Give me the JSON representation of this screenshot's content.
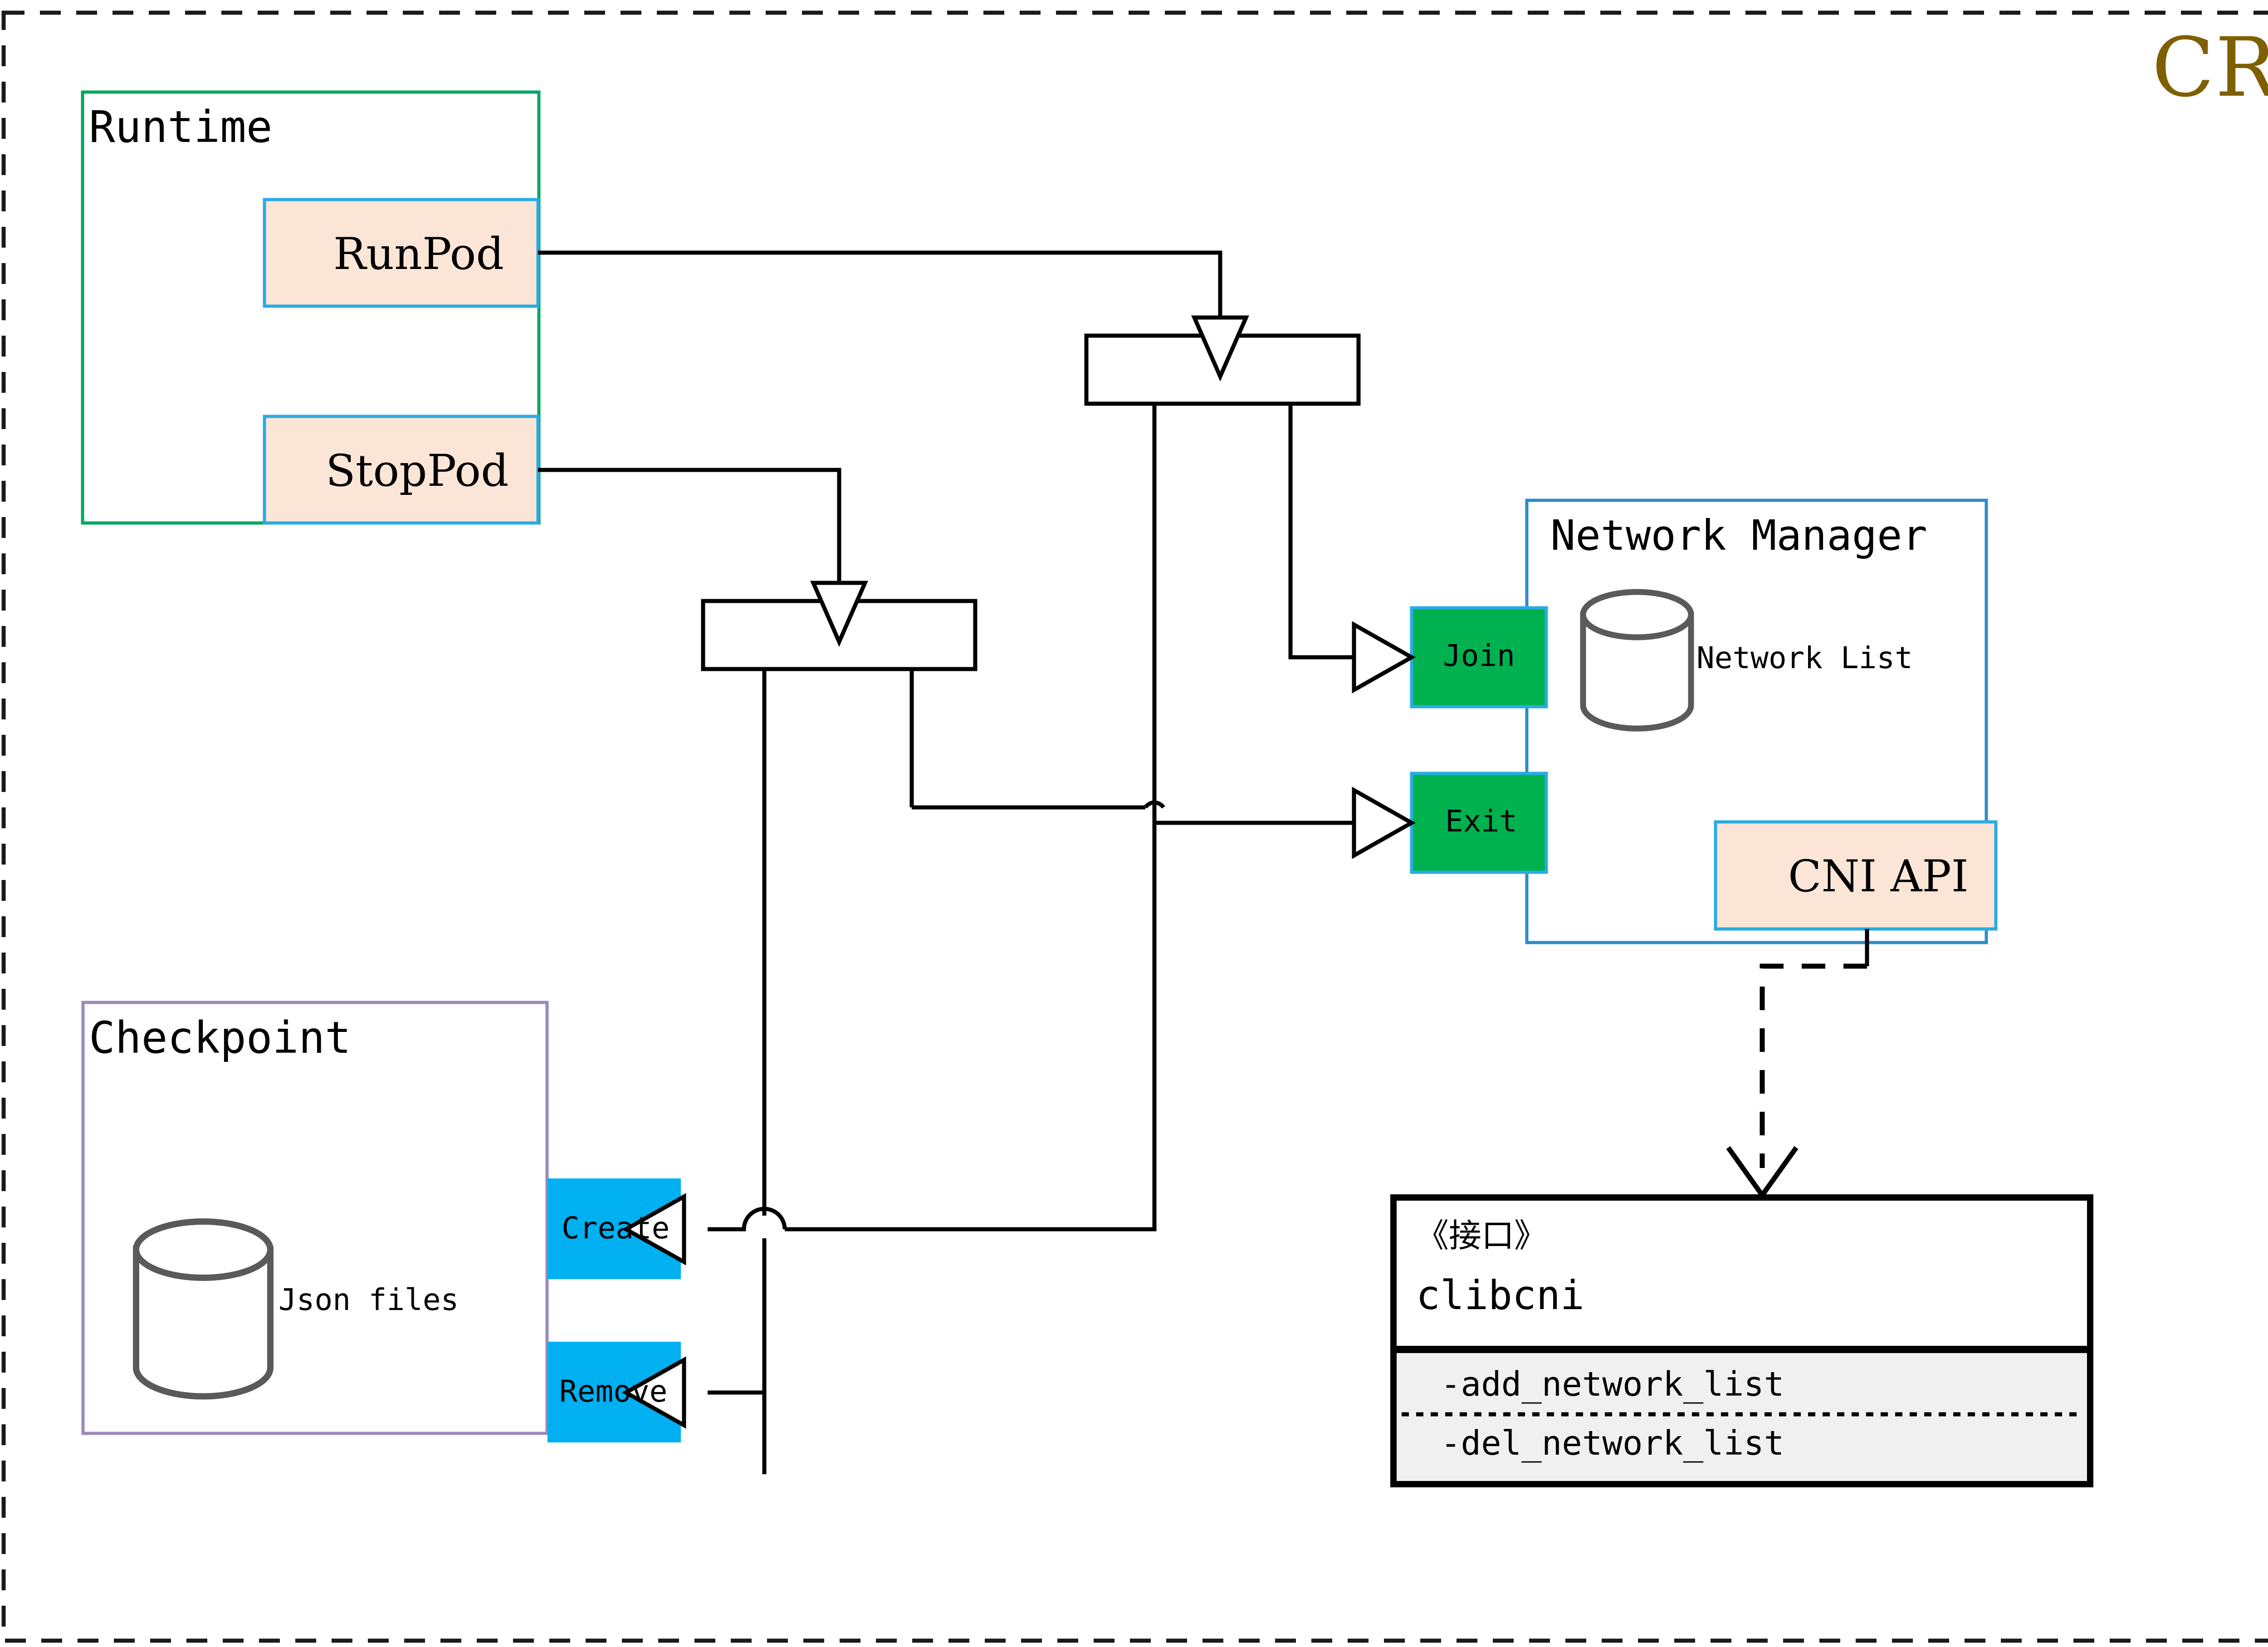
{
  "diagram": {
    "title": "CRI",
    "title_color": "#7E6000",
    "outer_border_style": "dashed"
  },
  "groups": {
    "runtime": {
      "title": "Runtime",
      "border_color": "#00A860"
    },
    "checkpoint": {
      "title": "Checkpoint",
      "border_color": "#9B8BB8",
      "store_label": "Json files",
      "store_icon": "database-cylinder-icon"
    },
    "network_manager": {
      "title": "Network Manager",
      "border_color": "#2E8BC8",
      "store_label": "Network List",
      "store_icon": "database-cylinder-icon"
    }
  },
  "nodes": {
    "runpod": {
      "label": "RunPod",
      "fill": "#FBE5D6",
      "border": "#29ABE2"
    },
    "stoppod": {
      "label": "StopPod",
      "fill": "#FBE5D6",
      "border": "#29ABE2"
    },
    "join": {
      "label": "Join",
      "fill": "#00B14F",
      "border": "#29ABE2"
    },
    "exit": {
      "label": "Exit",
      "fill": "#00B14F",
      "border": "#29ABE2"
    },
    "create": {
      "label": "Create",
      "fill": "#00B0F0",
      "border": "#00B0F0"
    },
    "remove": {
      "label": "Remove",
      "fill": "#00B0F0",
      "border": "#00B0F0"
    },
    "cni_api": {
      "label": "CNI API",
      "fill": "#FBE5D6",
      "border": "#29ABE2"
    },
    "fork_bar_top": {
      "label": "",
      "fill": "#FFFFFF",
      "border": "#000000"
    },
    "fork_bar_bottom": {
      "label": "",
      "fill": "#FFFFFF",
      "border": "#000000"
    }
  },
  "interface_box": {
    "stereotype": "《接口》",
    "name": "clibcni",
    "methods": [
      "-add_network_list",
      "-del_network_list"
    ],
    "body_fill": "#F0F0F0",
    "border": "#000000"
  },
  "edges": {
    "runpod_to_fork_top": "RunPod → fork bar (top)",
    "stoppod_to_fork_bottom": "StopPod → fork bar (bottom)",
    "fork_top_to_join": "fork bar (top) → Join",
    "fork_top_to_create": "fork bar (top) → Create",
    "fork_bottom_to_exit": "fork bar (bottom) → Exit",
    "fork_bottom_to_remove": "fork bar (bottom) → Remove",
    "cni_api_to_clibcni": "CNI API ⇢ clibcni (realization, dashed)"
  }
}
